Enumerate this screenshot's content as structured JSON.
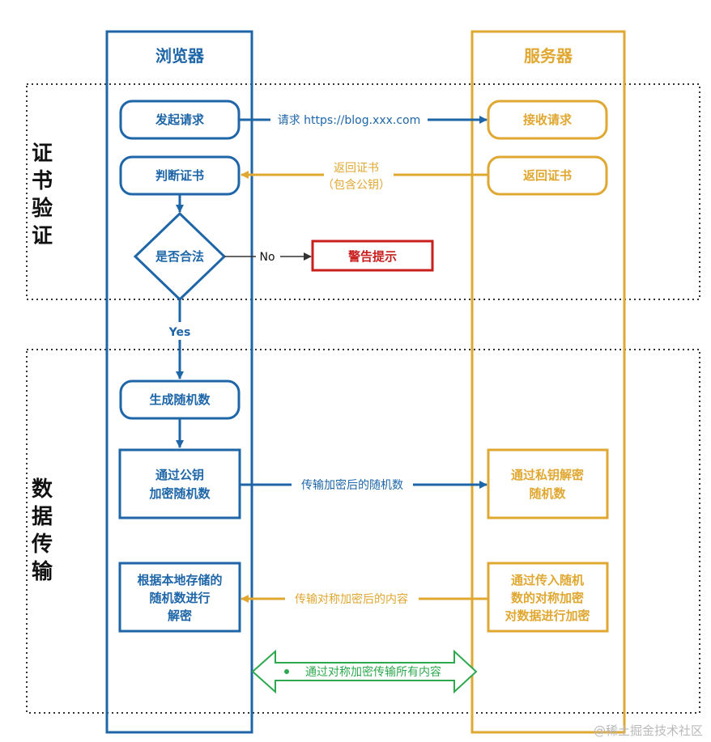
{
  "lanes": {
    "browser": "浏览器",
    "server": "服务器"
  },
  "sections": {
    "cert_verify": [
      "证",
      "书",
      "验",
      "证"
    ],
    "data_transfer": [
      "数",
      "据",
      "传",
      "输"
    ]
  },
  "nodes": {
    "send_request": "发起请求",
    "judge_cert": "判断证书",
    "is_legal": "是否合法",
    "warning": "警告提示",
    "gen_random": "生成随机数",
    "encrypt_pubkey": [
      "通过公钥",
      "加密随机数"
    ],
    "decrypt_local": [
      "根据本地存储的",
      "随机数进行",
      "解密"
    ],
    "recv_request": "接收请求",
    "return_cert": "返回证书",
    "decrypt_privkey": [
      "通过私钥解密",
      "随机数"
    ],
    "sym_encrypt": [
      "通过传入随机",
      "数的对称加密",
      "对数据进行加密"
    ]
  },
  "edges": {
    "request": "请求 https://blog.xxx.com",
    "return_cert": [
      "返回证书",
      "（包含公钥）"
    ],
    "no": "No",
    "yes": "Yes",
    "transfer_random": "传输加密后的随机数",
    "transfer_content": "传输对称加密后的内容",
    "all_content": "通过对称加密传输所有内容"
  },
  "watermark": "@稀土掘金技术社区",
  "colors": {
    "browser": "#1e66a8",
    "server": "#e0a731",
    "warning": "#c81e1e",
    "both": "#2ea84e",
    "dotted": "#333333"
  }
}
